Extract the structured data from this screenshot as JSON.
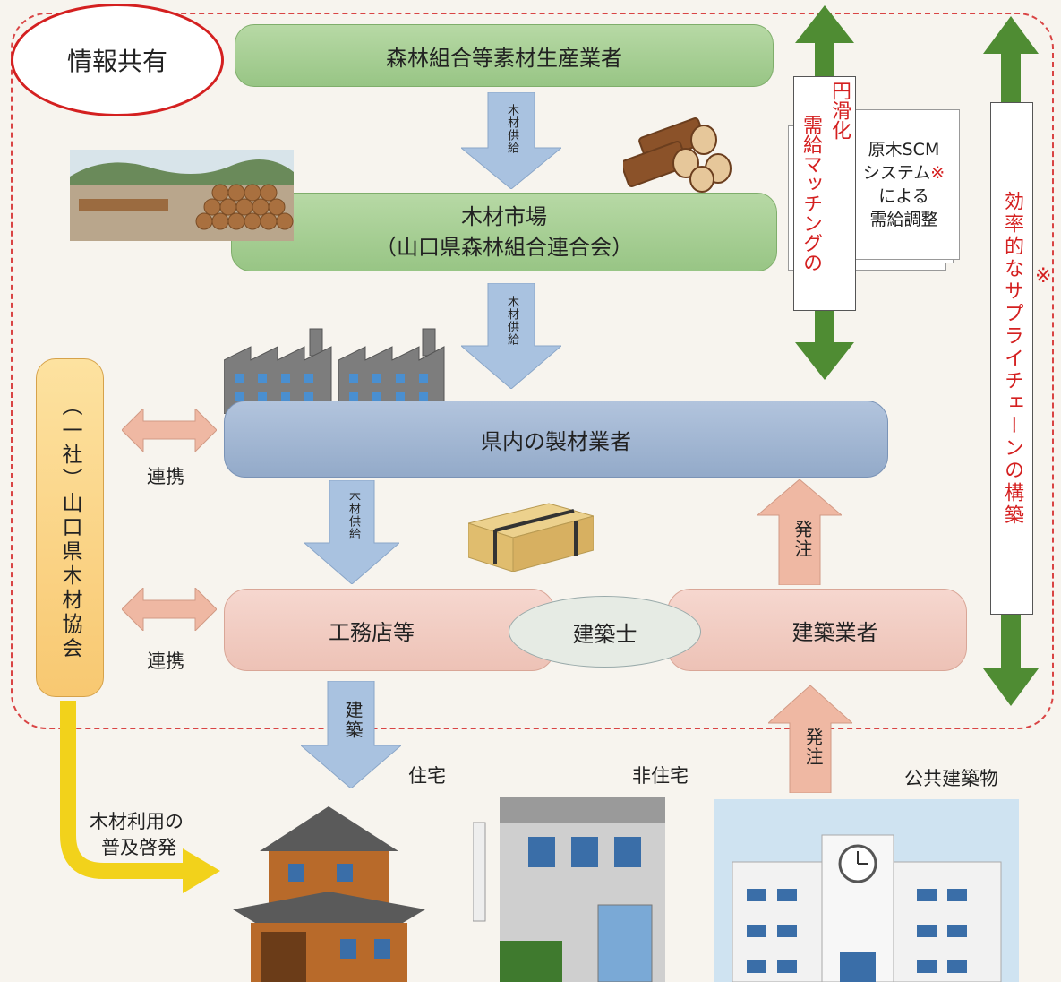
{
  "info_share": "情報共有",
  "producers": "森林組合等素材生産業者",
  "market_line1": "木材市場",
  "market_line2": "（山口県森林組合連合会）",
  "sawmills": "県内の製材業者",
  "koumuten": "工務店等",
  "architect": "建築士",
  "builders": "建築業者",
  "association": "（一社）山口県木材協会",
  "supply_label": "木材供給",
  "build_label": "建築",
  "order_label": "発注",
  "cooperation": "連携",
  "promotion_line1": "木材利用の",
  "promotion_line2": "普及啓発",
  "house": "住宅",
  "non_house": "非住宅",
  "public_building": "公共建築物",
  "matching_line1": "需給マッチングの",
  "matching_line2": "円滑化",
  "scm_line1": "原木SCM",
  "scm_line2": "システム",
  "scm_line3": "による",
  "scm_line4": "需給調整",
  "scm_mark": "※",
  "supply_chain": "効率的なサプライチェーンの構築",
  "supply_chain_mark": "※",
  "colors": {
    "green_arrow": "#4f8c33",
    "red": "#d42020",
    "yellow": "#f2d21b",
    "blue_arrow": "#a9c2e0",
    "pink_arrow": "#efb8a3"
  }
}
